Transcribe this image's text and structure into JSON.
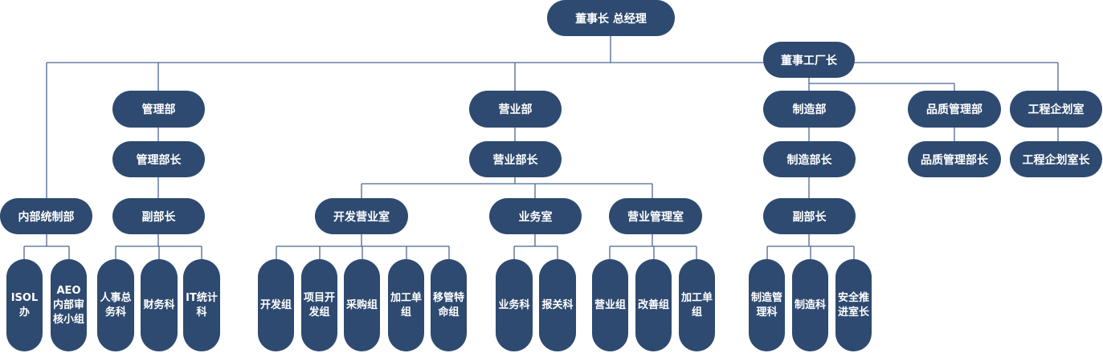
{
  "chart": {
    "root": "董事长 总经理",
    "plant_head": "董事工厂长",
    "departments": {
      "management": "管理部",
      "management_head": "管理部长",
      "management_deputy": "副部长",
      "internal_control": "内部统制部",
      "sales": "营业部",
      "sales_head": "营业部长",
      "sales_dev": "开发营业室",
      "business": "业务室",
      "sales_mgmt": "营业管理室",
      "manufacturing": "制造部",
      "manufacturing_head": "制造部长",
      "manufacturing_deputy": "副部长",
      "quality": "品质管理部",
      "quality_head": "品质管理部长",
      "engineering": "工程企划室",
      "engineering_head": "工程企划室长"
    },
    "leaves": {
      "iso": "ISOL办",
      "aeo": "AEO内部审核小组",
      "hr": "人事总务科",
      "finance": "财务科",
      "it": "IT统计科",
      "dev_group": "开发组",
      "project_dev": "项目开发组",
      "purchasing": "采购组",
      "processing1": "加工单组",
      "transfer": "移管特命组",
      "business_sec": "业务科",
      "customs": "报关科",
      "sales_group": "营业组",
      "improvement": "改善组",
      "processing2": "加工单组",
      "mfg_mgmt": "制造管理科",
      "mfg_sec": "制造科",
      "safety": "安全推进室长"
    }
  }
}
